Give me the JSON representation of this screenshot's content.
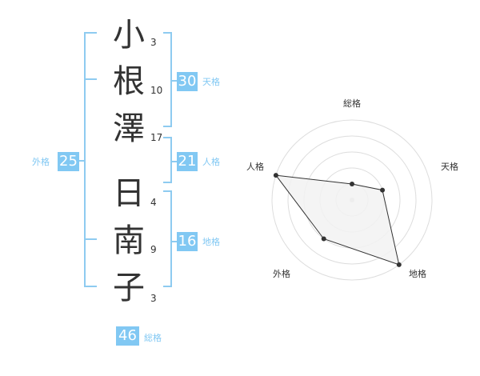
{
  "name_chars": [
    {
      "char": "小",
      "strokes": "3"
    },
    {
      "char": "根",
      "strokes": "10"
    },
    {
      "char": "澤",
      "strokes": "17"
    },
    {
      "char": "日",
      "strokes": "4"
    },
    {
      "char": "南",
      "strokes": "9"
    },
    {
      "char": "子",
      "strokes": "3"
    }
  ],
  "kaku": {
    "tenkaku": {
      "value": "30",
      "label": "天格"
    },
    "jinkaku": {
      "value": "21",
      "label": "人格"
    },
    "chikaku": {
      "value": "16",
      "label": "地格"
    },
    "gaikaku": {
      "value": "25",
      "label": "外格"
    },
    "soukaku": {
      "value": "46",
      "label": "総格"
    }
  },
  "radar": {
    "axes": [
      "総格",
      "天格",
      "地格",
      "外格",
      "人格"
    ],
    "values": [
      1,
      2,
      5,
      3,
      5
    ],
    "max": 5,
    "fill_color": "#f2f2f2",
    "line_color": "#333333",
    "grid_color": "#dddddd"
  }
}
